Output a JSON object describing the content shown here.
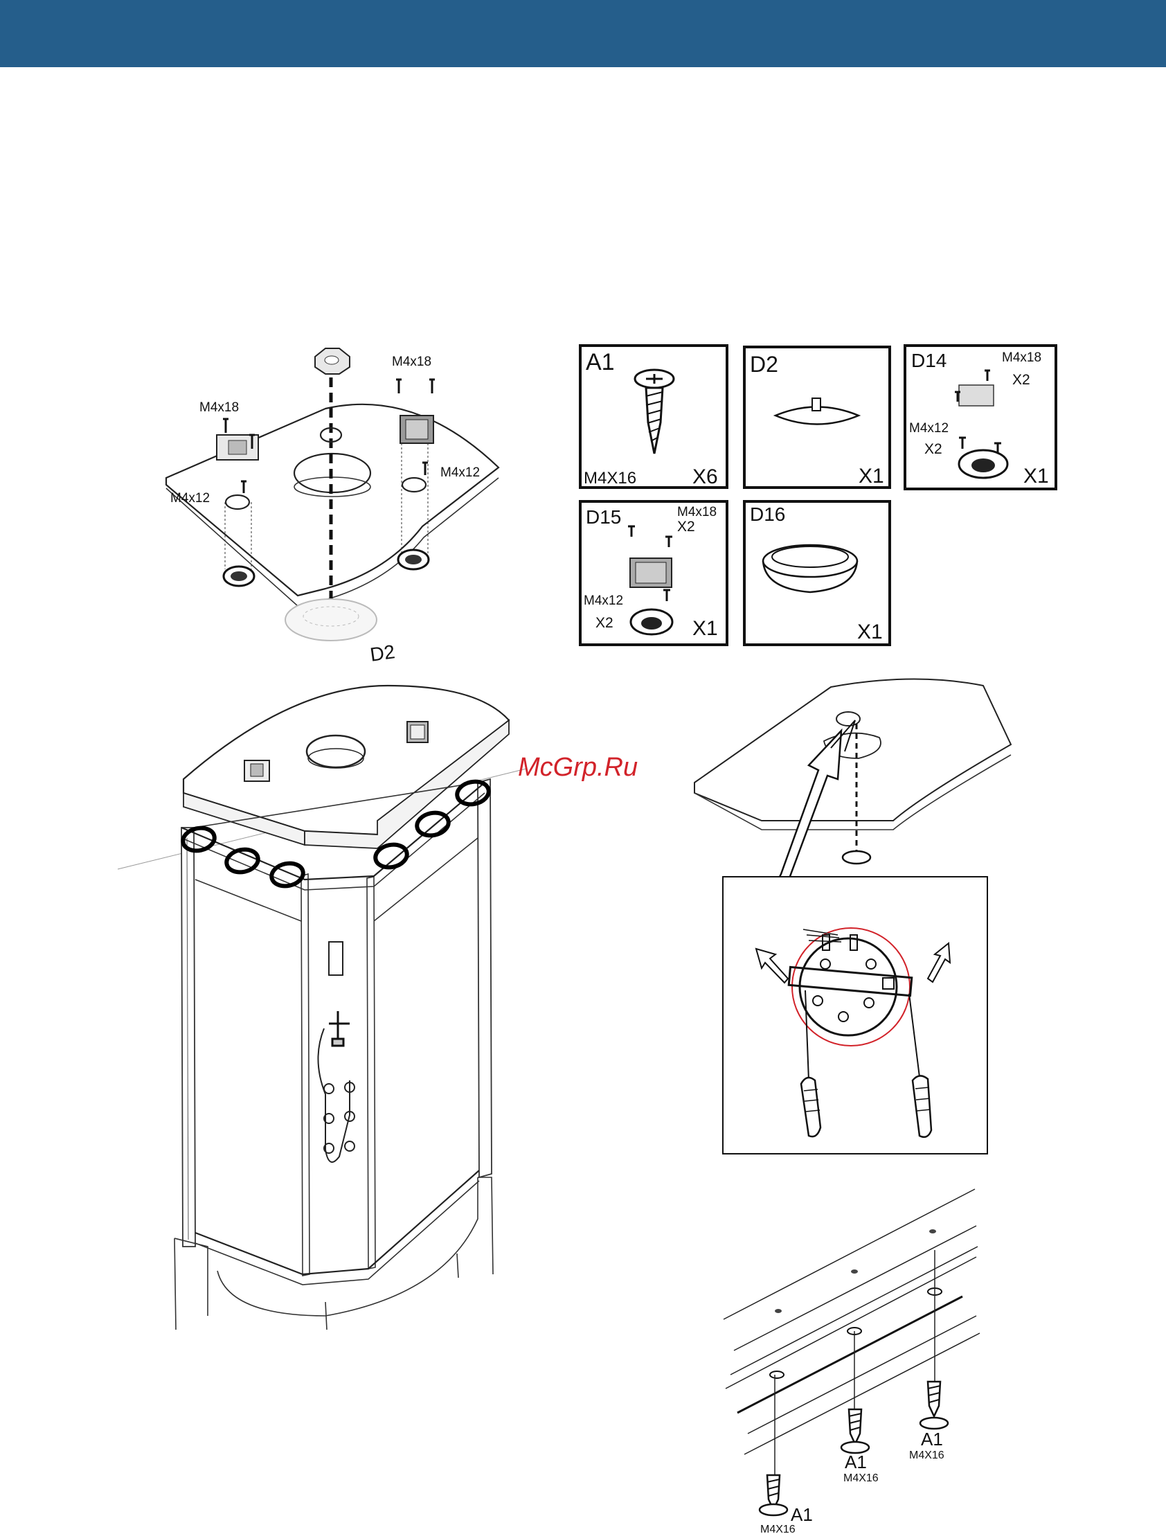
{
  "header": {
    "bar_color": "#255e8b"
  },
  "watermark": {
    "text": "McGrp.Ru",
    "color": "#d2232a"
  },
  "top_left": {
    "labels": [
      "M4x18",
      "M4x18",
      "M4x12",
      "M4x12",
      "D2"
    ]
  },
  "parts": [
    {
      "id": "A1",
      "size": "M4X16",
      "qty": "X6"
    },
    {
      "id": "D2",
      "qty": "X1"
    },
    {
      "id": "D14",
      "screw1": "M4x18",
      "screw1_qty": "X2",
      "screw2": "M4x12",
      "screw2_qty": "X2",
      "qty": "X1"
    },
    {
      "id": "D15",
      "screw1": "M4x18",
      "screw1_qty": "X2",
      "screw2": "M4x12",
      "screw2_qty": "X2",
      "qty": "X1"
    },
    {
      "id": "D16",
      "qty": "X1"
    }
  ],
  "screws_bottom": [
    {
      "id": "A1",
      "size": "M4X16"
    },
    {
      "id": "A1",
      "size": "M4X16"
    },
    {
      "id": "A1",
      "size": "M4X16"
    }
  ]
}
